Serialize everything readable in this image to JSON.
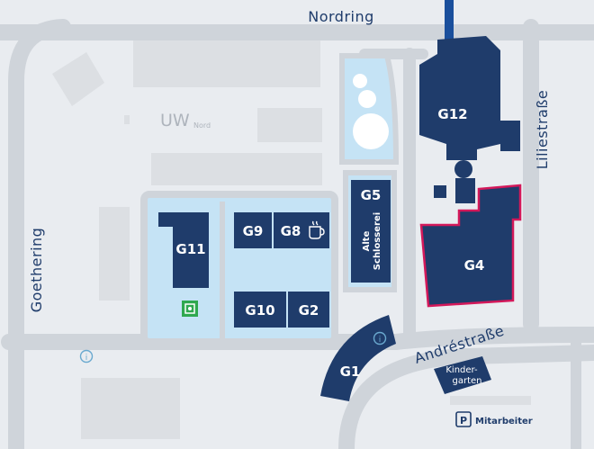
{
  "streets": {
    "nordring": "Nordring",
    "goethering": "Goethering",
    "liliestrasse": "Liliestraße",
    "andrestrasse": "Andréstraße"
  },
  "area": {
    "uw": "UW",
    "uw_suffix": "Nord"
  },
  "buildings": {
    "g1": "G1",
    "g2": "G2",
    "g4": "G4",
    "g5": "G5",
    "g8": "G8",
    "g9": "G9",
    "g10": "G10",
    "g11": "G11",
    "g12": "G12",
    "alte_line1": "Alte",
    "alte_line2": "Schlosserei",
    "kinder_line1": "Kinder-",
    "kinder_line2": "garten"
  },
  "parking": {
    "symbol": "P",
    "label": "Mitarbeiter"
  },
  "info": {
    "symbol": "i"
  },
  "colors": {
    "road": "#cfd4da",
    "building_dark": "#1f3c6b",
    "plaza": "#c5e3f5",
    "highlight": "#d3185a",
    "inactive": "#dcdfe3"
  }
}
